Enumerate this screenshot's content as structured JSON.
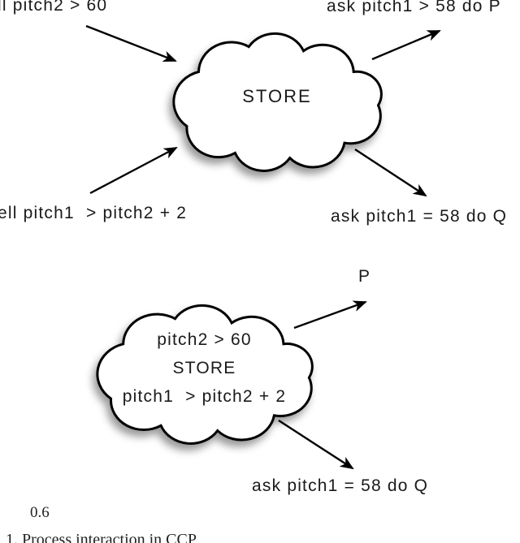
{
  "figure": {
    "description_visible_only": "two cloud diagrams with tell/ask arrows",
    "colors": {
      "ink": "#000000",
      "background": "#ffffff",
      "cloud_fill": "#ffffff"
    }
  },
  "diagram1": {
    "tell_pitch2": "ll pitch2 > 60",
    "ask_p": "ask pitch1 > 58 do P",
    "store": "STORE",
    "tell_pitch1": "ell pitch1  > pitch2 + 2",
    "ask_q": "ask pitch1 = 58 do Q"
  },
  "diagram2": {
    "constraint1": "pitch2 > 60",
    "store": "STORE",
    "constraint2": "pitch1  > pitch2 + 2",
    "p": "P",
    "ask_q": "ask pitch1 = 58 do Q"
  },
  "footer": {
    "number": "0.6",
    "caption_fragment": "1. Process interaction in CCP"
  }
}
